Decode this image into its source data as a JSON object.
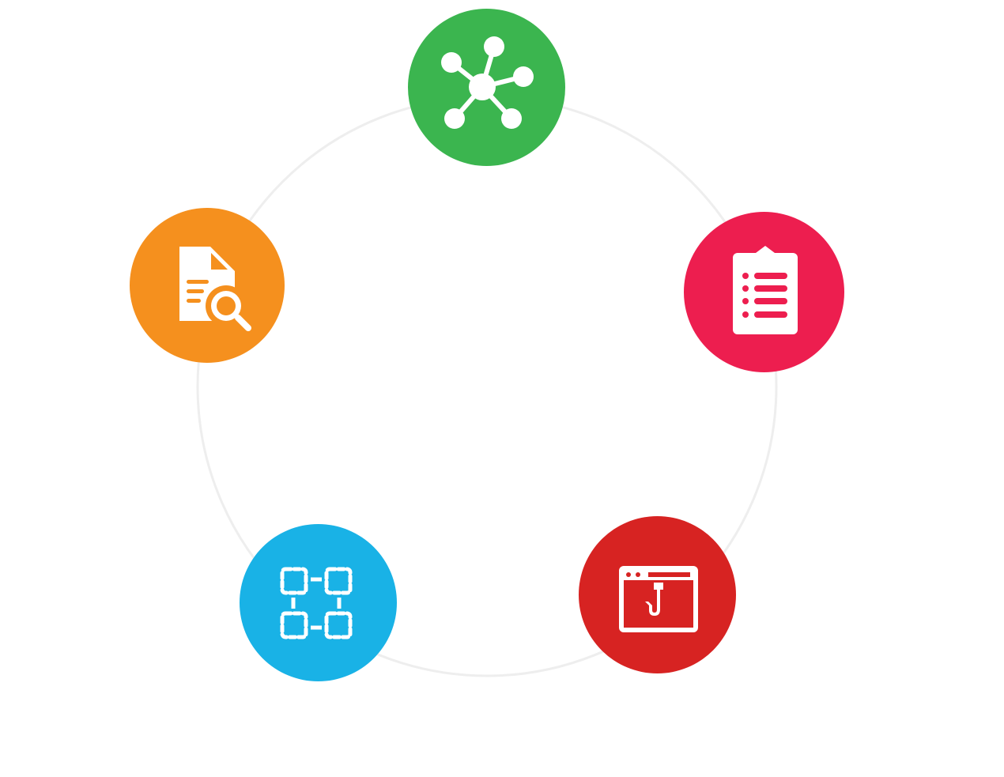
{
  "diagram": {
    "ring_color": "#eeeeee",
    "nodes": [
      {
        "id": "network",
        "icon": "network-hub-icon",
        "color": "#3bb54f"
      },
      {
        "id": "checklist",
        "icon": "clipboard-checklist-icon",
        "color": "#ed1e4f"
      },
      {
        "id": "web-hook",
        "icon": "browser-hook-icon",
        "color": "#d72322"
      },
      {
        "id": "workflow",
        "icon": "connected-blocks-icon",
        "color": "#19b2e6"
      },
      {
        "id": "doc-search",
        "icon": "document-search-icon",
        "color": "#f5901e"
      }
    ]
  }
}
